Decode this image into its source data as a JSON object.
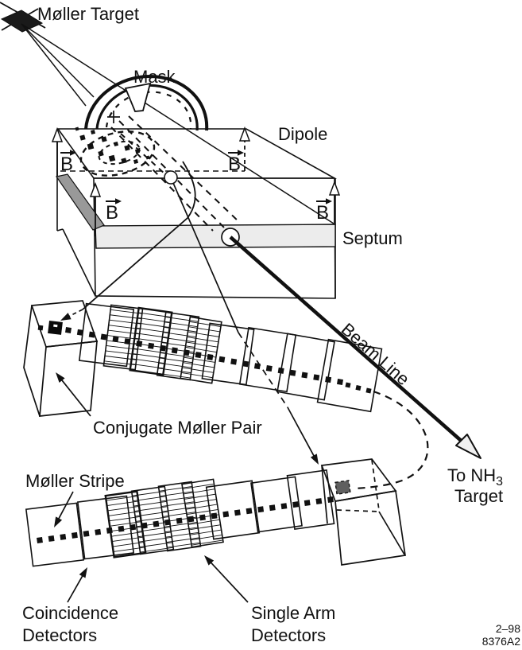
{
  "figure": {
    "labels": {
      "moller_target": "Møller Target",
      "mask": "Mask",
      "dipole": "Dipole",
      "septum": "Septum",
      "b_field": "B",
      "beam_line": "Beam Line",
      "to_nh3_pre": "To NH",
      "to_nh3_sub": "3",
      "to_nh3_line2": "Target",
      "conjugate_pair": "Conjugate Møller Pair",
      "moller_stripe": "Møller Stripe",
      "coincidence_line1": "Coincidence",
      "coincidence_line2": "Detectors",
      "single_arm_line1": "Single Arm",
      "single_arm_line2": "Detectors",
      "date_code": "2–98",
      "figure_code": "8376A2"
    },
    "colors": {
      "ink": "#111111",
      "background": "#ffffff",
      "septum_band": "#ececec",
      "septum_end": "#999999",
      "beam_arrowhead": "#f0f0f0",
      "hit_square": "#5f5f5f"
    }
  }
}
